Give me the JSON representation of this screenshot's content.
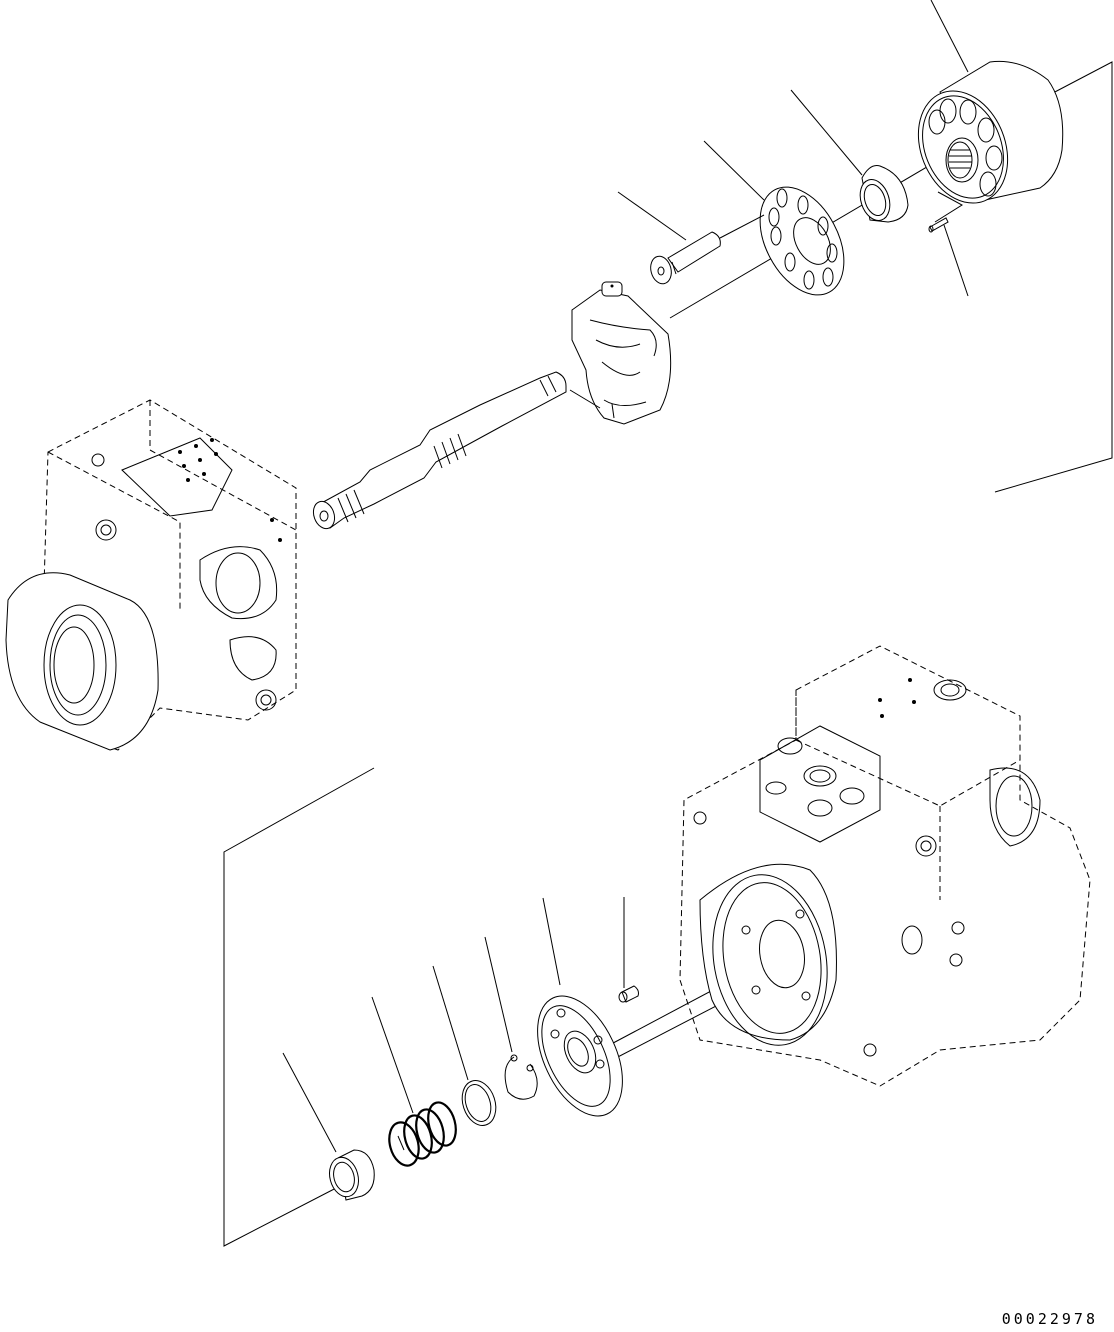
{
  "diagram": {
    "type": "exploded-parts-view",
    "subject": "hydraulic piston pump assembly",
    "drawing_id": "00022978",
    "line_color": "#000000",
    "background": "#ffffff",
    "groups": [
      {
        "name": "upper-rotating-group",
        "parts": [
          "cylinder-block",
          "pin",
          "spherical-bushing",
          "retainer-plate",
          "piston",
          "rocker-cam",
          "drive-shaft"
        ]
      },
      {
        "name": "upper-pump-housing",
        "parts": [
          "pump-case-front"
        ]
      },
      {
        "name": "lower-valve-group",
        "parts": [
          "seal",
          "spring",
          "washer",
          "snap-ring",
          "valve-plate",
          "dowel-pin"
        ]
      },
      {
        "name": "lower-pump-housing",
        "parts": [
          "pump-case-rear"
        ]
      }
    ]
  }
}
